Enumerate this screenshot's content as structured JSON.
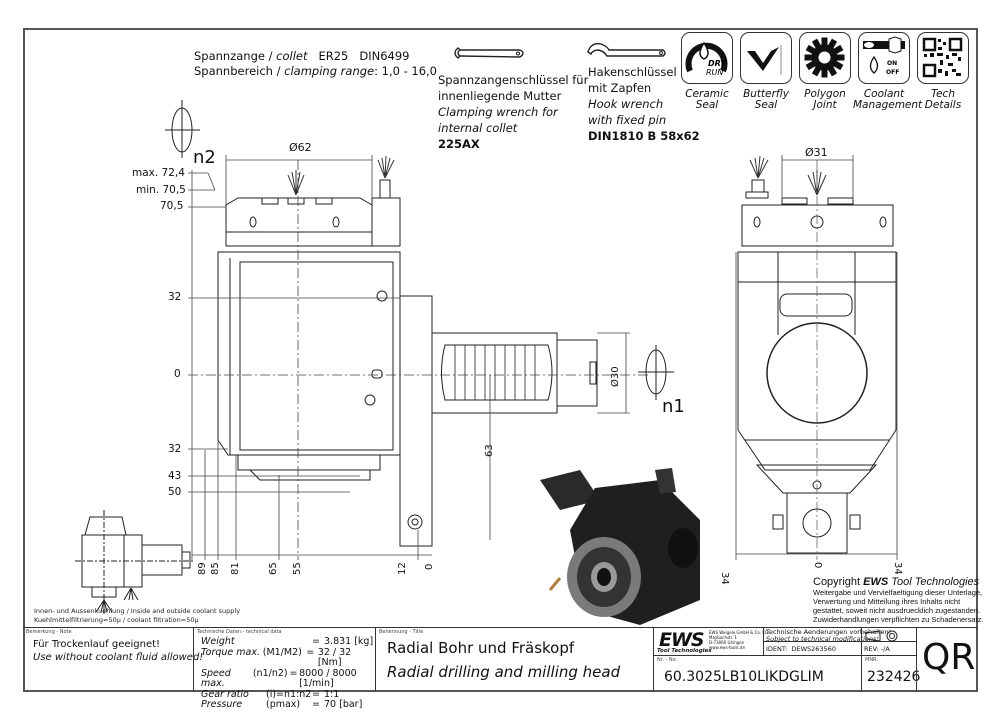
{
  "header": {
    "collet_line": {
      "label_de": "Spannzange /",
      "label_en": "collet",
      "type": "ER25",
      "standard": "DIN6499"
    },
    "range_line": {
      "label_de": "Spannbereich /",
      "label_en": "clamping range",
      "value": ": 1,0 - 16,0"
    }
  },
  "wrenches": [
    {
      "de_1": "Spannzangenschlüssel für",
      "de_2": "innenliegende Mutter",
      "en_1": "Clamping wrench for",
      "en_2": "internal collet",
      "code": "225AX"
    },
    {
      "de_1": "Hakenschlüssel",
      "de_2": "mit Zapfen",
      "en_1": "Hook wrench",
      "en_2": "with fixed pin",
      "code": "DIN1810 B 58x62"
    }
  ],
  "features": [
    {
      "icon": "dry-run-icon",
      "icon_text_1": "DRY",
      "icon_text_2": "RUN",
      "label_1": "Ceramic",
      "label_2": "Seal"
    },
    {
      "icon": "butterfly-seal-icon",
      "label_1": "Butterfly",
      "label_2": "Seal"
    },
    {
      "icon": "polygon-joint-icon",
      "label_1": "Polygon",
      "label_2": "Joint"
    },
    {
      "icon": "coolant-management-icon",
      "icon_text_1": "ON",
      "icon_text_2": "OFF",
      "label_1": "Coolant",
      "label_2": "Management"
    },
    {
      "icon": "qr-code-icon",
      "label_1": "Tech",
      "label_2": "Details"
    }
  ],
  "dimensions": {
    "left_view": {
      "diameter_top": "Ø62",
      "height_max": "max. 72,4",
      "height_min": "min. 70,5",
      "height": "70,5",
      "rotation": "n2",
      "vertical": [
        "32",
        "0",
        "32",
        "43",
        "50"
      ],
      "horizontal": [
        "89",
        "85",
        "81",
        "65",
        "55",
        "12",
        "0"
      ],
      "shaft_offset": "63",
      "shaft_diameter": "Ø30",
      "output_rotation": "n1"
    },
    "right_view": {
      "diameter_top": "Ø31",
      "horizontal": [
        "34",
        "0",
        "34"
      ]
    }
  },
  "coolant_note": {
    "line_1": "Innen- und Aussenkuehlung / Inside and outside coolant supply",
    "line_2": "Kuehlmittelfiltrierung=50µ / coolant filtration=50µ"
  },
  "copyright": {
    "title_prefix": "Copyright ",
    "title_brand": "EWS",
    "title_suffix": " Tool Technologies",
    "lines": [
      "Weitergabe und Vervielfaeltigung dieser Unterlage,",
      "Verwertung und Mitteilung ihres Inhalts nicht",
      "gestattet, soweit nicht ausdruecklich zugestanden.",
      "Zuwiderhandlungen verpflichten zu Schadenersatz."
    ]
  },
  "title_block": {
    "note_caption": "Bemerkung - Note",
    "note_de": "Für Trockenlauf geeignet!",
    "note_en": "Use without coolant fluid allowed!",
    "tech_caption": "Technische Daten - technical data",
    "tech_rows": [
      {
        "label": "Weight",
        "param": "",
        "eq": "=",
        "value": "3.831 [kg]"
      },
      {
        "label": "Torque max.",
        "param": "(M1/M2)",
        "eq": "=",
        "value": "32 / 32 [Nm]"
      },
      {
        "label": "Speed max.",
        "param": "(n1/n2)",
        "eq": "=",
        "value": "8000 / 8000 [1/min]"
      },
      {
        "label": "Gear ratio",
        "param": "(i)=n1:n2",
        "eq": "=",
        "value": "1:1"
      },
      {
        "label": "Pressure",
        "param": "(pmax)",
        "eq": "=",
        "value": "70 [bar]"
      }
    ],
    "title_caption": "Benennung - Title",
    "title_de": "Radial Bohr und Fräskopf",
    "title_en": "Radial drilling and milling head",
    "company_logo": "EWS",
    "company_logo_sub": "Tool Technologies",
    "company_address": [
      "EWS Weigele GmbH & Co. KG",
      "Maybachstr. 1",
      "D-73066 Uhingen",
      "www.ews-tools.de"
    ],
    "changes_de": "Technische Aenderungen vorbehalten!",
    "changes_en": "Subject to technical modifications!",
    "ident_label": "IDENT:",
    "ident_value": "DEWS263560",
    "rev_label": "REV:",
    "rev_value": "-/A",
    "number_caption": "Nr. - No.",
    "number_value": "60.3025LB10LIKDGLIM",
    "mnr_caption": "MNR:",
    "mnr_value": "232426",
    "qr_label": "QR"
  }
}
